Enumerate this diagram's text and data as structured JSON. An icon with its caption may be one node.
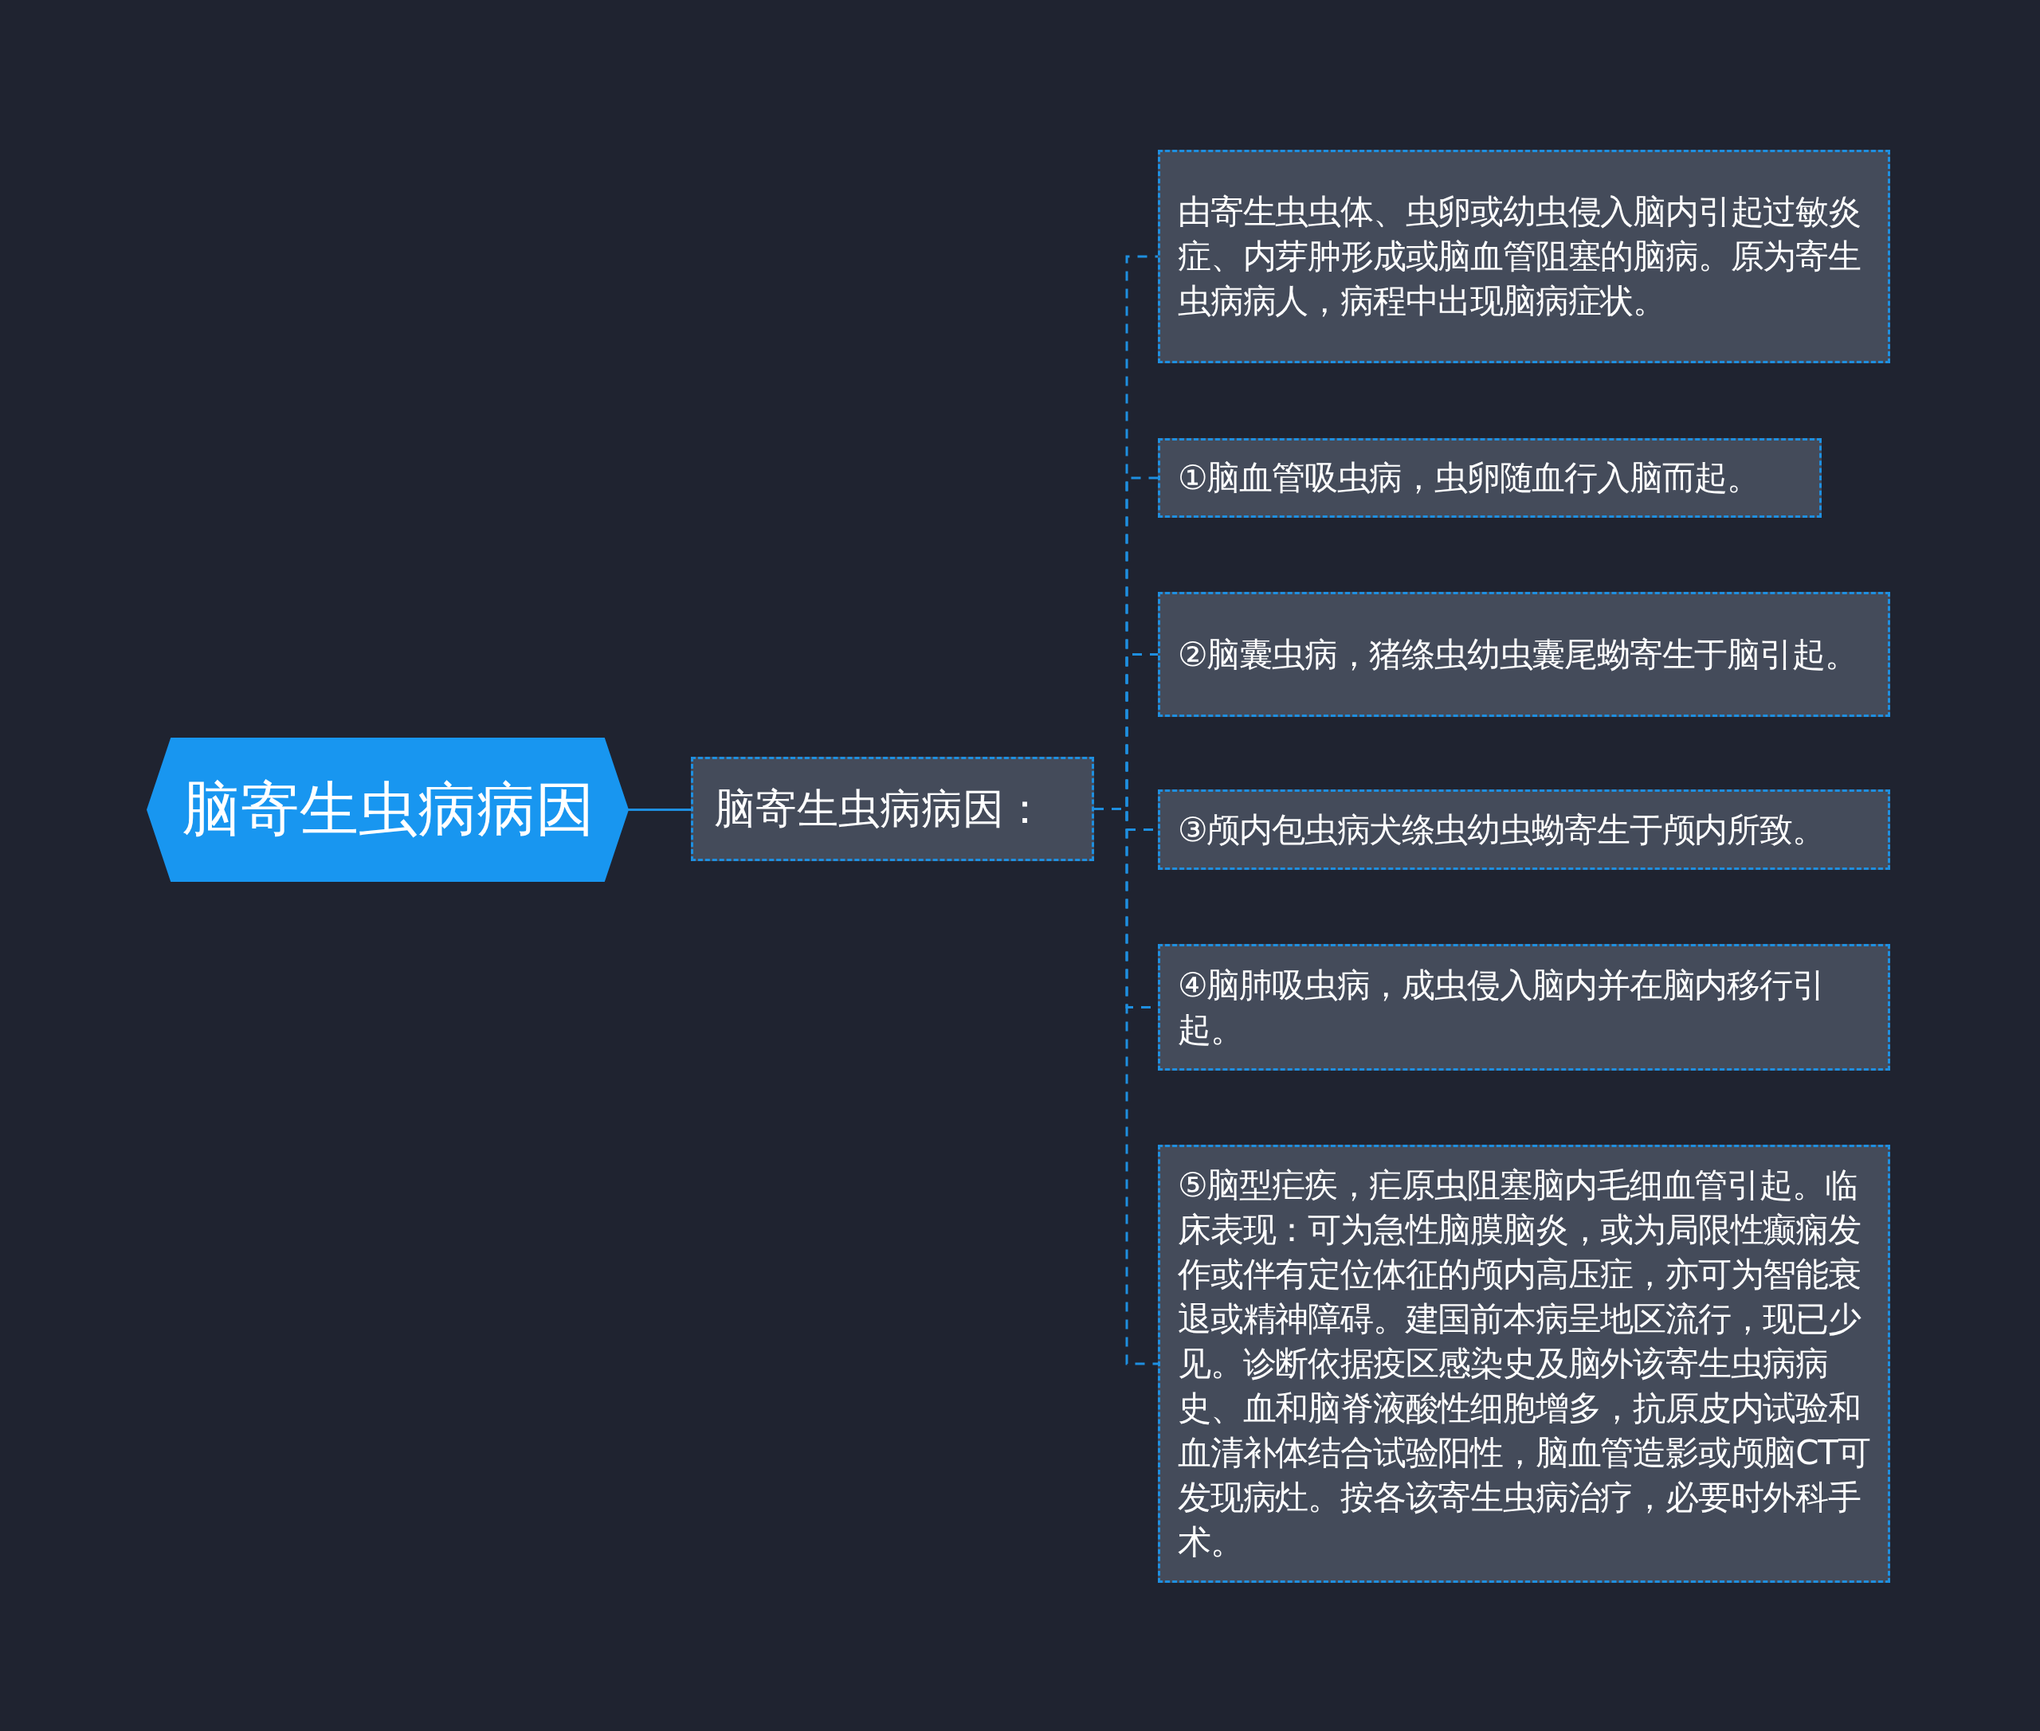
{
  "diagram": {
    "nodes": [
      {
        "text": [
          "脑寄生虫病病因"
        ]
      },
      {
        "text": [
          "脑寄生虫病病因："
        ]
      },
      {
        "text": [
          "由寄生虫虫体、虫卵或幼虫侵入脑内引起过敏炎症、内芽肿形成或脑血管阻塞的脑病。原为寄生虫病病人，病程中出现脑病症状。"
        ]
      },
      {
        "text": [
          "①脑血管吸虫病，虫卵随血行入脑而起。"
        ]
      },
      {
        "text": [
          "②脑囊虫病，猪绦虫幼虫囊尾蚴寄生于脑引起。"
        ]
      },
      {
        "text": [
          "③颅内包虫病犬绦虫幼虫蚴寄生于颅内所致。"
        ]
      },
      {
        "text": [
          "④脑肺吸虫病，成虫侵入脑内并在脑内移行引起。"
        ]
      },
      {
        "text": [
          "⑤脑型疟疾，疟原虫阻塞脑内毛细血管引起。临床表现：可为急性脑膜脑炎，或为局限性癫痫发作或伴有定位体征的颅内高压症，亦可为智能衰退或精神障碍。建国前本病呈地区流行，现已少见。诊断依据疫区感染史及脑外该寄生虫病病史、血和脑脊液酸性细胞增多，抗原皮内试验和血清补体结合试验阳性，脑血管造影或颅脑CT可发现病灶。按各该寄生虫病治疗，必要时外科手术。"
        ]
      }
    ],
    "edges": [
      {
        "from": 0,
        "to": 1,
        "arrow": "none"
      },
      {
        "from": 1,
        "to": 2,
        "arrow": "none",
        "style": "dashed"
      },
      {
        "from": 1,
        "to": 3,
        "arrow": "none",
        "style": "dashed"
      },
      {
        "from": 1,
        "to": 4,
        "arrow": "none",
        "style": "dashed"
      },
      {
        "from": 1,
        "to": 5,
        "arrow": "none",
        "style": "dashed"
      },
      {
        "from": 1,
        "to": 6,
        "arrow": "none",
        "style": "dashed"
      },
      {
        "from": 1,
        "to": 7,
        "arrow": "none",
        "style": "dashed"
      }
    ]
  }
}
